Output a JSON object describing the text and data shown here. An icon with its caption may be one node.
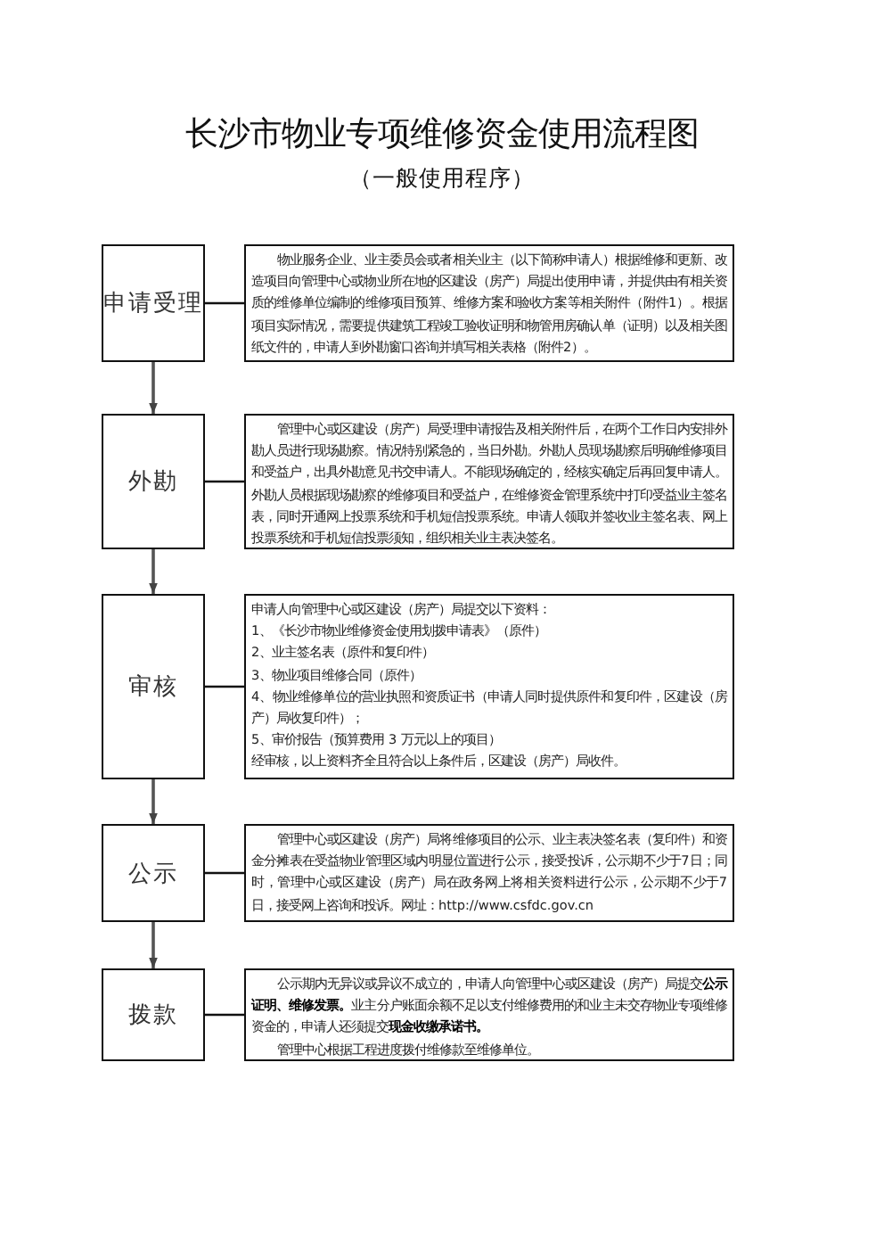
{
  "diagram": {
    "title": "长沙市物业专项维修资金使用流程图",
    "nodes": [
      {
        "text": [
          "申请受理"
        ]
      },
      {
        "text": [
          "物业服务企业、业主委员会或者相关业主（以下简称申请人）根据维修和更新、改造项目向管理中心或物业所在地的区建设（房产）局提出使用申请，并提供由有相关资质的维修单位编制的维修项目预算、维修方案和验收方案等相关附件（附件1）。根据项目实际情况，需要提供建筑工程竣工验收证明和物管用房确认单（证明）以及相关图纸文件的，申请人到外勘窗口咨询并填写相关表格（附件2）。"
        ]
      },
      {
        "text": [
          "外勘"
        ]
      },
      {
        "text": [
          "管理中心或区建设（房产）局受理申请报告及相关附件后，在两个工作日内安排外勘人员进行现场勘察。情况特别紧急的，当日外勘。外勘人员现场勘察后明确维修项目和受益户，出具外勘意见书交申请人。不能现场确定的，经核实确定后再回复申请人。外勘人员根据现场勘察的维修项目和受益户，在维修资金管理系统中打印受益业主签名表，同时开通网上投票系统和手机短信投票系统。申请人领取并签收业主签名表、网上投票系统和手机短信投票须知，组织相关业主表决签名。"
        ]
      },
      {
        "text": [
          "审核"
        ]
      },
      {
        "text": [
          "申请人向管理中心或区建设（房产）局提交以下资料：",
          "1、《长沙市物业维修资金使用划拨申请表》（原件）",
          "2、业主签名表（原件和复印件）",
          "3、物业项目维修合同（原件）",
          "4、物业维修单位的营业执照和资质证书（申请人同时提供原件和复印件，区建设（房产）局收复印件）；",
          "5、审价报告（预算费用 3 万元以上的项目）",
          "经审核，以上资料齐全且符合以上条件后，区建设（房产）局收件。"
        ]
      },
      {
        "text": [
          "公示"
        ]
      },
      {
        "text": [
          "管理中心或区建设（房产）局将维修项目的公示、业主表决签名表（复印件）和资金分摊表在受益物业管理区域内明显位置进行公示，接受投诉，公示期不少于7日；同时，管理中心或区建设（房产）局在政务网上将相关资料进行公示，公示期不少于7日，接受网上咨询和投诉。网址：http://www.csfdc.gov.cn"
        ]
      },
      {
        "text": [
          "拨款"
        ]
      },
      {
        "text": [
          "公示期内无异议或异议不成立的，申请人向管理中心或区建设（房产）局提交**公示证明、维修发票。**业主分户账面余额不足以支付维修费用的和业主未交存物业专项维修资金的，申请人还须提交**现金收缴承诺书。**",
          "管理中心根据工程进度拨付维修款至维修单位。"
        ]
      }
    ],
    "edges": [
      {
        "from": 0,
        "to": 1,
        "arrow": "none"
      },
      {
        "from": 0,
        "to": 2,
        "arrow": "to"
      },
      {
        "from": 2,
        "to": 3,
        "arrow": "none"
      },
      {
        "from": 2,
        "to": 4,
        "arrow": "to"
      },
      {
        "from": 4,
        "to": 5,
        "arrow": "none"
      },
      {
        "from": 4,
        "to": 6,
        "arrow": "to"
      },
      {
        "from": 6,
        "to": 7,
        "arrow": "none"
      },
      {
        "from": 6,
        "to": 8,
        "arrow": "to"
      },
      {
        "from": 8,
        "to": 9,
        "arrow": "none"
      }
    ],
    "labels": [
      "（一般使用程序）"
    ]
  }
}
